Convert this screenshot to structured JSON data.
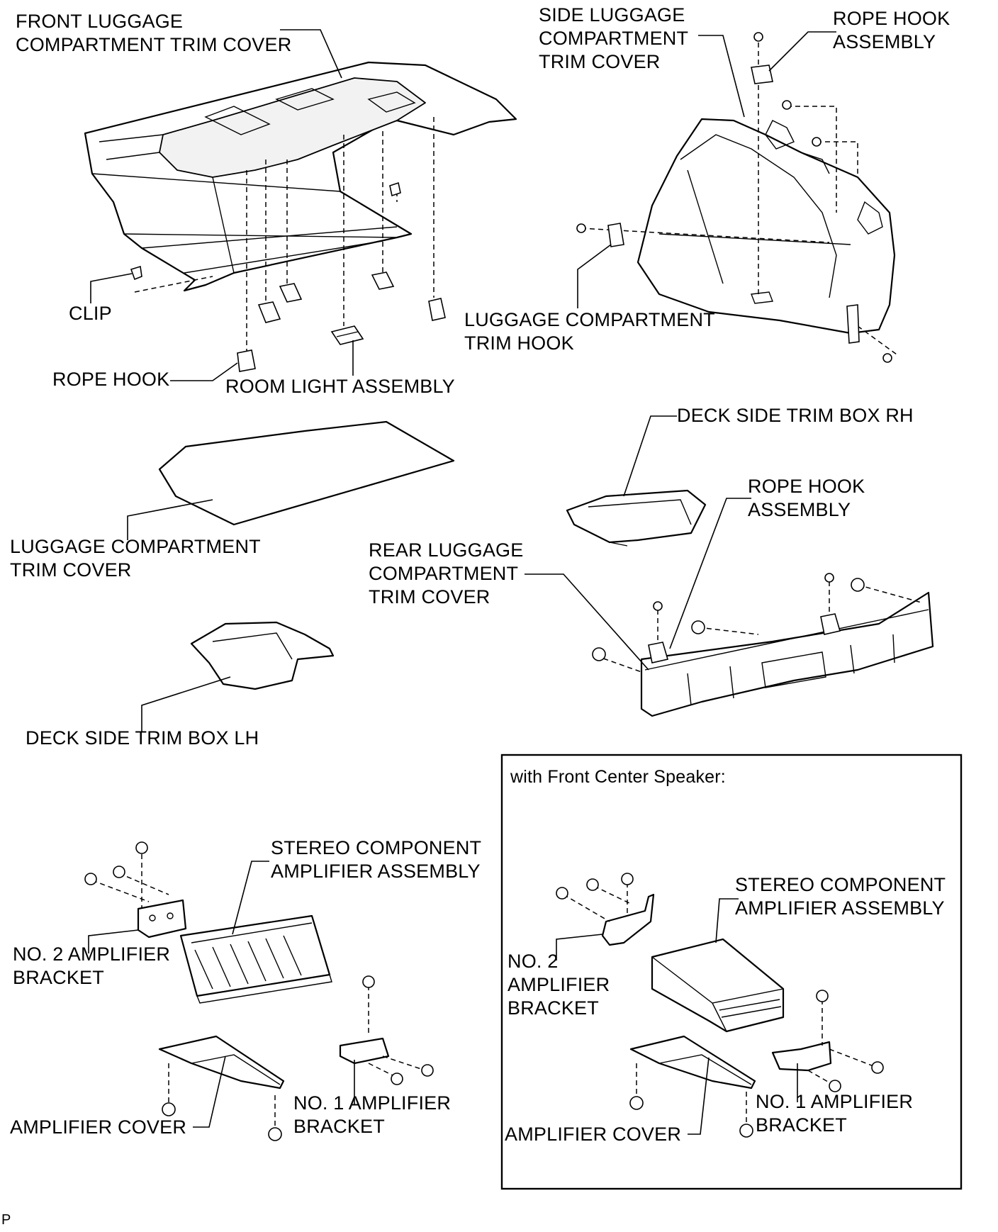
{
  "labels": {
    "front_trim_cover": [
      "FRONT LUGGAGE",
      "COMPARTMENT TRIM COVER"
    ],
    "side_trim_cover": [
      "SIDE LUGGAGE",
      "COMPARTMENT",
      "TRIM COVER"
    ],
    "rope_hook_assembly_top": [
      "ROPE HOOK",
      "ASSEMBLY"
    ],
    "clip": "CLIP",
    "luggage_trim_hook": [
      "LUGGAGE COMPARTMENT",
      "TRIM HOOK"
    ],
    "rope_hook": "ROPE HOOK",
    "room_light": "ROOM LIGHT ASSEMBLY",
    "deck_box_rh": "DECK SIDE TRIM BOX RH",
    "rope_hook_assembly_mid": [
      "ROPE HOOK",
      "ASSEMBLY"
    ],
    "luggage_trim_cover": [
      "LUGGAGE COMPARTMENT",
      "TRIM COVER"
    ],
    "rear_trim_cover": [
      "REAR LUGGAGE",
      "COMPARTMENT",
      "TRIM COVER"
    ],
    "deck_box_lh": "DECK SIDE TRIM BOX LH",
    "amp_assy_left": [
      "STEREO COMPONENT",
      "AMPLIFIER ASSEMBLY"
    ],
    "no2_bracket_left": [
      "NO. 2 AMPLIFIER",
      "BRACKET"
    ],
    "no1_bracket_left": [
      "NO. 1 AMPLIFIER",
      "BRACKET"
    ],
    "amp_cover_left": "AMPLIFIER COVER",
    "inset_title": "with Front Center Speaker:",
    "amp_assy_right": [
      "STEREO COMPONENT",
      "AMPLIFIER ASSEMBLY"
    ],
    "no2_bracket_right": [
      "NO. 2",
      "AMPLIFIER",
      "BRACKET"
    ],
    "no1_bracket_right": [
      "NO. 1 AMPLIFIER",
      "BRACKET"
    ],
    "amp_cover_right": "AMPLIFIER COVER",
    "corner_code": "P"
  }
}
